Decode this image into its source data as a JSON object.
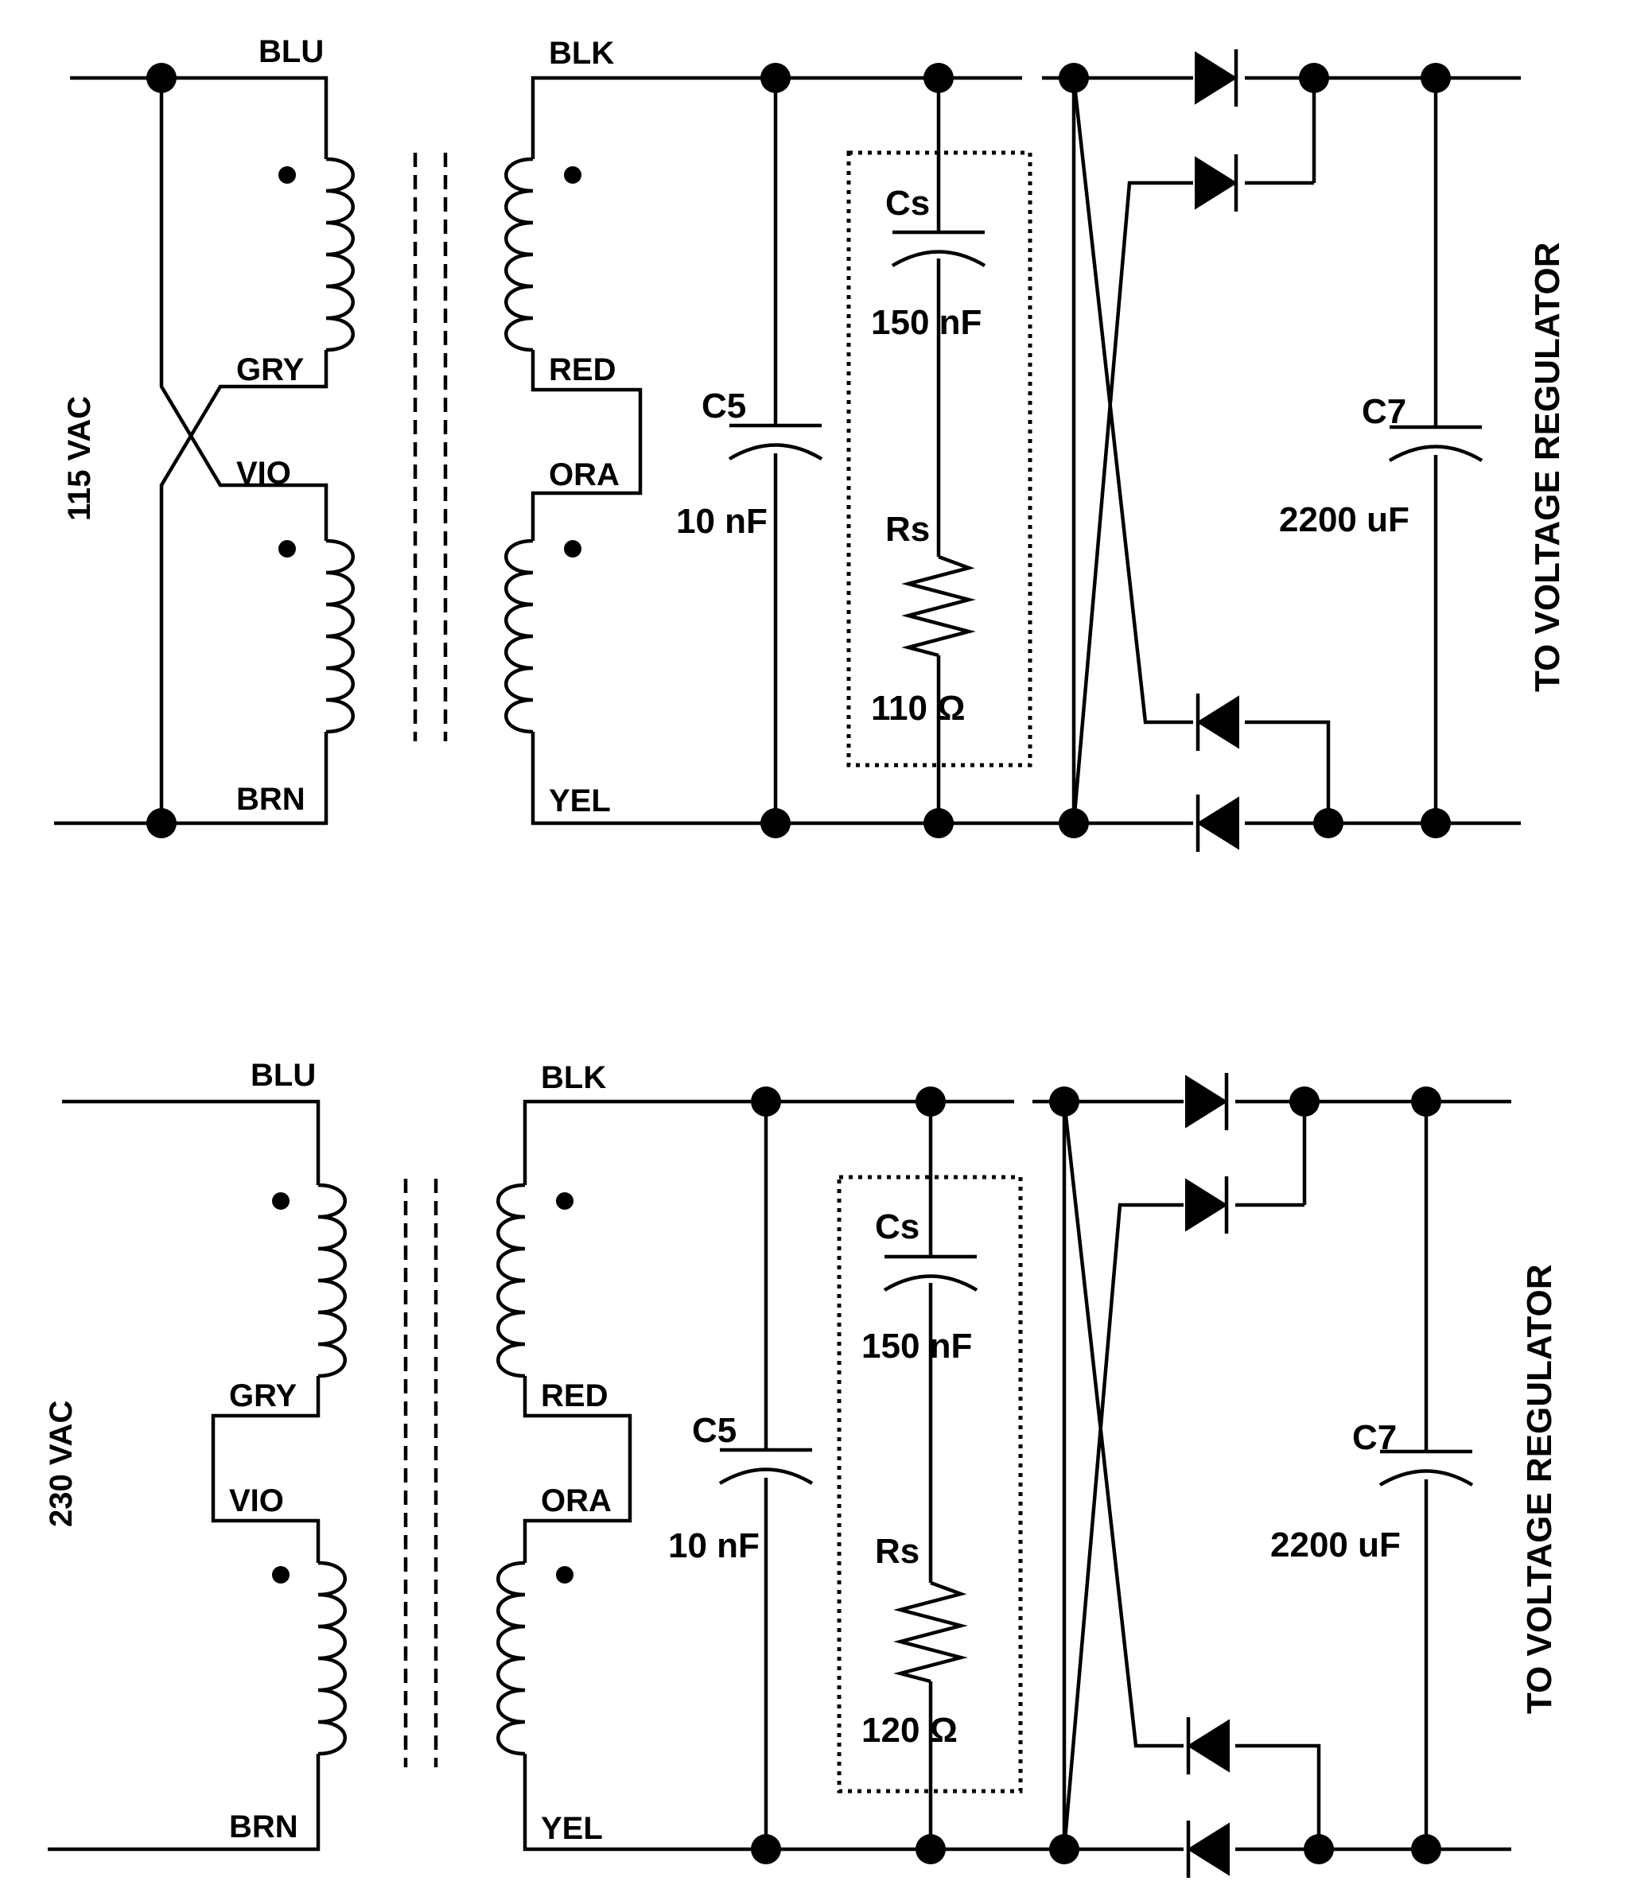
{
  "wire_labels": {
    "blu": "BLU",
    "gry": "GRY",
    "vio": "VIO",
    "brn": "BRN",
    "blk": "BLK",
    "red": "RED",
    "ora": "ORA",
    "yel": "YEL"
  },
  "output_label": "TO  VOLTAGE  REGULATOR",
  "circuits": [
    {
      "input_voltage": "115 VAC",
      "c5_name": "C5",
      "c5_value": "10 nF",
      "cs_name": "Cs",
      "cs_value": "150 nF",
      "rs_name": "Rs",
      "rs_value": "110 Ω",
      "c7_name": "C7",
      "c7_value": "2200 uF"
    },
    {
      "input_voltage": "230 VAC",
      "c5_name": "C5",
      "c5_value": "10 nF",
      "cs_name": "Cs",
      "cs_value": "150 nF",
      "rs_name": "Rs",
      "rs_value": "120 Ω",
      "c7_name": "C7",
      "c7_value": "2200 uF"
    }
  ]
}
